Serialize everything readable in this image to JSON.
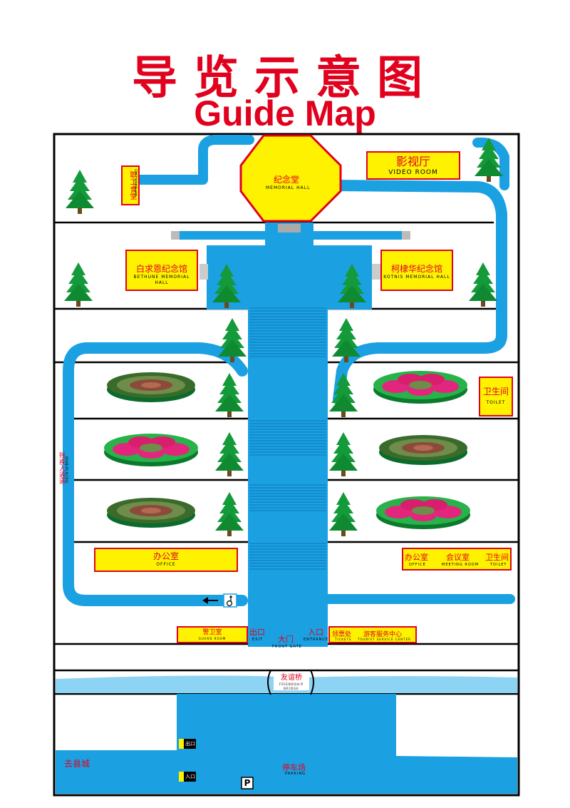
{
  "title": {
    "cn": "导览示意图",
    "en": "Guide Map"
  },
  "labels": {
    "staff_dining": {
      "cn": "职工食堂",
      "en": "STAFF DINING HALL"
    },
    "memorial_hall": {
      "cn": "纪念堂",
      "en": "MEMORIAL HALL"
    },
    "video_room": {
      "cn": "影视厅",
      "en": "VIDEO ROOM"
    },
    "bethune": {
      "cn": "白求恩纪念馆",
      "en": "BETHUNE MEMORIAL HALL"
    },
    "kotnis": {
      "cn": "柯棣华纪念馆",
      "en": "KOTNIS MEMORIAL HALL"
    },
    "toilet_right": {
      "cn": "卫生间",
      "en": "TOILET"
    },
    "disabled_path": {
      "cn": "残疾人通道",
      "en": "DISABLED ACCESS"
    },
    "office_left": {
      "cn": "办公室",
      "en": "OFFICE"
    },
    "office_right": {
      "cn": "办公室",
      "en": "OFFICE"
    },
    "meeting_room": {
      "cn": "会议室",
      "en": "MEETING ROOM"
    },
    "toilet_bottom": {
      "cn": "卫生间",
      "en": "TOILET"
    },
    "guard_room": {
      "cn": "警卫室",
      "en": "GUARD ROOM"
    },
    "exit": {
      "cn": "出口",
      "en": "EXIT"
    },
    "front_gate": {
      "cn": "大门",
      "en": "FRONT GATE"
    },
    "entrance": {
      "cn": "入口",
      "en": "ENTRANCE"
    },
    "tickets": {
      "cn": "领票处",
      "en": "TICKETS"
    },
    "tourist_center": {
      "cn": "游客服务中心",
      "en": "TOURIST SERVICE CENTER"
    },
    "friendship_bridge": {
      "cn": "友谊桥",
      "en": "FRIENDSHIP BRIDGE"
    },
    "to_county": {
      "cn": "去县城"
    },
    "parking": {
      "cn": "停车场",
      "en": "PARKING"
    },
    "parking_exit": {
      "cn": "出口"
    },
    "parking_entrance": {
      "cn": "入口"
    },
    "parking_sign": "P"
  },
  "colors": {
    "title": "#e1001d",
    "road": "#1ba1e2",
    "river": "#8dd3f4",
    "label_bg": "#fff200",
    "label_border": "#e1001d",
    "tree": "#149a3a"
  },
  "icons": {
    "arrow": "arrow-left-icon",
    "wheelchair": "wheelchair-icon",
    "tree": "pine-tree-icon",
    "flowerbed": "flower-bed-icon"
  }
}
